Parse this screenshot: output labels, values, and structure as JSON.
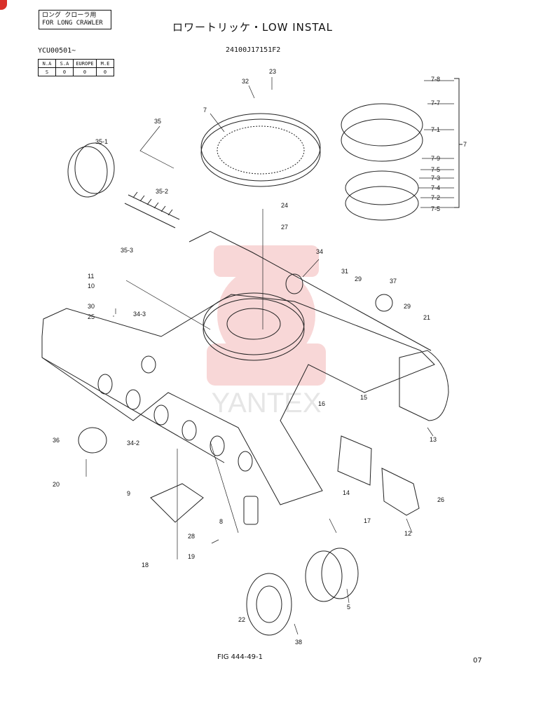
{
  "header": {
    "box_note_line1": "ロング クローラ用",
    "box_note_line2": "FOR LONG CRAWLER",
    "title": "ロワートリッケ・LOW INSTAL",
    "serial": "YCU00501~",
    "part_number": "24100J17151F2"
  },
  "region_table": {
    "headers": [
      "N.A",
      "S.A",
      "EUROPE",
      "M.E"
    ],
    "values": [
      "S",
      "0",
      "0",
      "0"
    ]
  },
  "footer": {
    "figure": "FIG 444-49-1",
    "page": "07"
  },
  "watermark_text": "YANTEX",
  "labels": {
    "l7": "7",
    "l7_1": "7-1",
    "l7_2": "7-2",
    "l7_3": "7-3",
    "l7_4": "7-4",
    "l7_5a": "7-5",
    "l7_5b": "7-5",
    "l7_7": "7-7",
    "l7_8": "7-8",
    "l7_9": "7-9",
    "l7r": "7",
    "l8": "8",
    "l9": "9",
    "l10": "10",
    "l11": "11",
    "l12": "12",
    "l13": "13",
    "l14": "14",
    "l15": "15",
    "l16": "16",
    "l17": "17",
    "l18": "18",
    "l19": "19",
    "l20": "20",
    "l21": "21",
    "l22": "22",
    "l23": "23",
    "l24": "24",
    "l25": "25",
    "l26": "26",
    "l27": "27",
    "l28": "28",
    "l29a": "29",
    "l29b": "29",
    "l30": "30",
    "l31": "31",
    "l32": "32",
    "l34": "34",
    "l34_2": "34-2",
    "l34_3": "34-3",
    "l35": "35",
    "l35_1": "35-1",
    "l35_2": "35-2",
    "l35_3": "35-3",
    "l36": "36",
    "l37": "37",
    "l38": "38",
    "l5": "5"
  }
}
